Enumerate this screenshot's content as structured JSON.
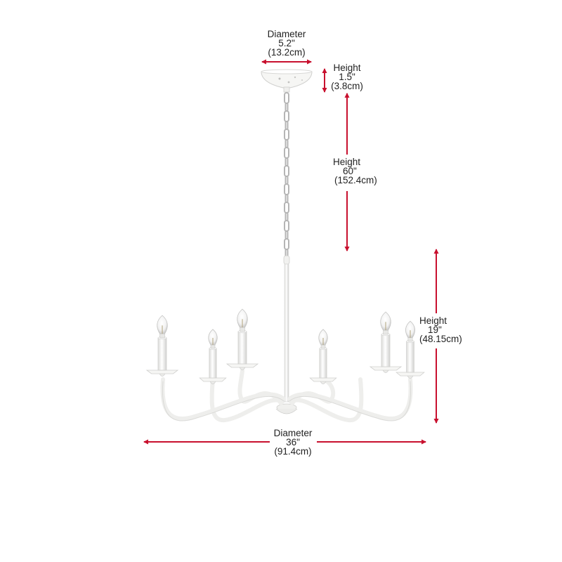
{
  "colors": {
    "dimension_line": "#c8102e",
    "fixture": "#f4f4f2",
    "fixture_shade": "#d6d6d4",
    "chain": "#b8b8b8",
    "text": "#222222"
  },
  "dimensions": {
    "canopy_diameter": {
      "label": "Diameter",
      "imperial": "5.2\"",
      "metric": "(13.2cm)"
    },
    "canopy_height": {
      "label": "Height",
      "imperial": "1.5\"",
      "metric": "(3.8cm)"
    },
    "chain_height": {
      "label": "Height",
      "imperial": "60\"",
      "metric": "(152.4cm)"
    },
    "body_height": {
      "label": "Height",
      "imperial": "19\"",
      "metric": "(48.15cm)"
    },
    "body_diameter": {
      "label": "Diameter",
      "imperial": "36\"",
      "metric": "(91.4cm)"
    }
  }
}
